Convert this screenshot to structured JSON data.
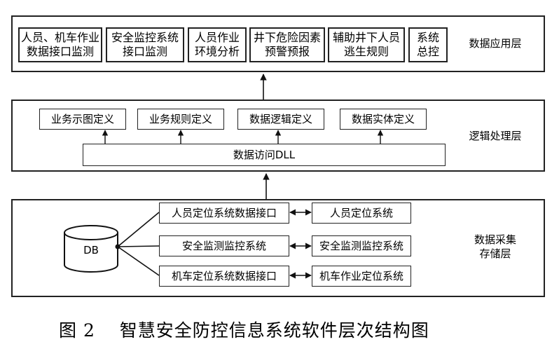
{
  "layers": {
    "application": {
      "label": "数据应用层",
      "modules": [
        "人员、机车作业\n数据接口监测",
        "安全监控系统\n接口监测",
        "人员作业\n环境分析",
        "井下危险因素\n预警预报",
        "辅助井下人员\n逃生规则",
        "系统\n总控"
      ]
    },
    "logic": {
      "label": "逻辑处理层",
      "definitions": [
        "业务示图定义",
        "业务规则定义",
        "数据逻辑定义",
        "数据实体定义"
      ],
      "access": "数据访问DLL"
    },
    "storage": {
      "label": "数据采集\n存储层",
      "db": "DB",
      "interfaces": [
        "人员定位系统数据接口",
        "安全监测监控系统",
        "机车定位系统数据接口"
      ],
      "systems": [
        "人员定位系统",
        "安全监测监控系统",
        "机车作业定位系统"
      ]
    }
  },
  "caption": "图 2　 智慧安全防控信息系统软件层次结构图"
}
